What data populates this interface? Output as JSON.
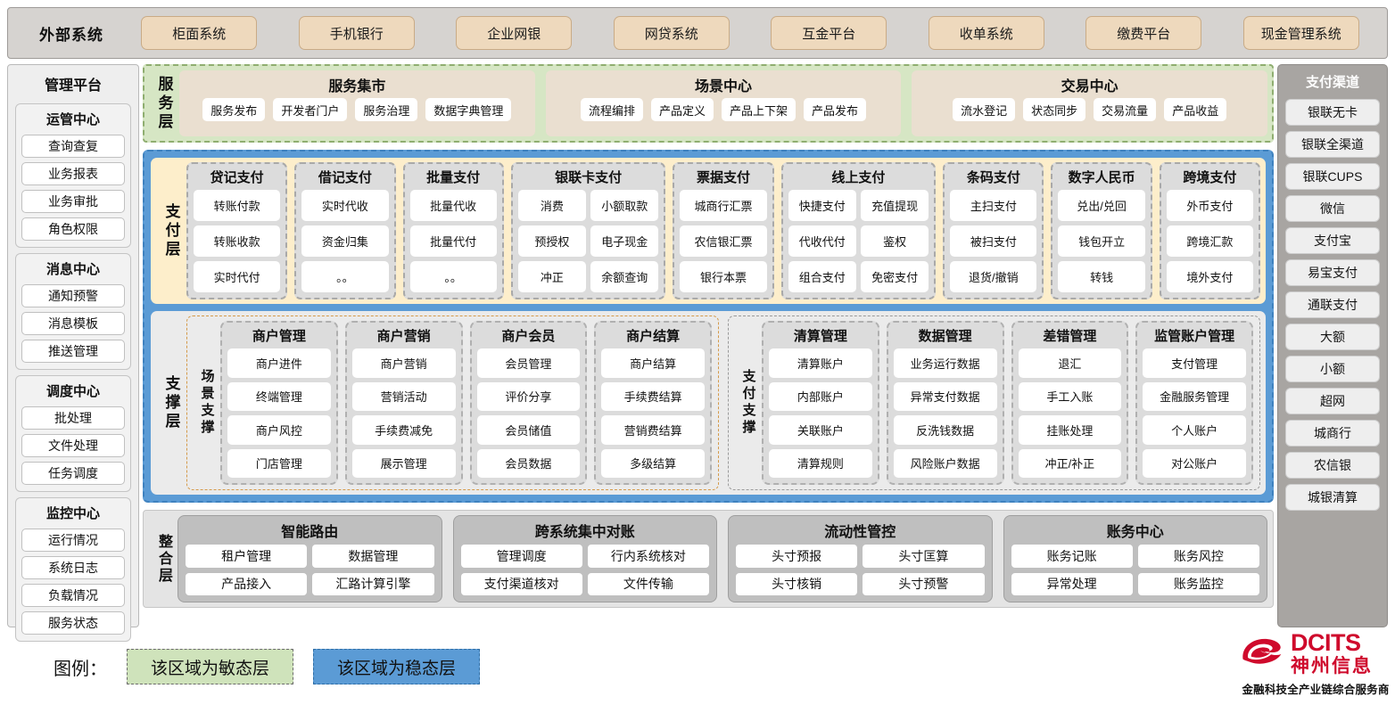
{
  "external": {
    "title": "外部系统",
    "items": [
      "柜面系统",
      "手机银行",
      "企业网银",
      "网贷系统",
      "互金平台",
      "收单系统",
      "缴费平台",
      "现金管理系统"
    ]
  },
  "management": {
    "title": "管理平台",
    "groups": [
      {
        "title": "运管中心",
        "items": [
          "查询查复",
          "业务报表",
          "业务审批",
          "角色权限"
        ]
      },
      {
        "title": "消息中心",
        "items": [
          "通知预警",
          "消息模板",
          "推送管理"
        ]
      },
      {
        "title": "调度中心",
        "items": [
          "批处理",
          "文件处理",
          "任务调度"
        ]
      },
      {
        "title": "监控中心",
        "items": [
          "运行情况",
          "系统日志",
          "负载情况",
          "服务状态"
        ]
      }
    ]
  },
  "channels": {
    "title": "支付渠道",
    "items": [
      "银联无卡",
      "银联全渠道",
      "银联CUPS",
      "微信",
      "支付宝",
      "易宝支付",
      "通联支付",
      "大额",
      "小额",
      "超网",
      "城商行",
      "农信银",
      "城银清算"
    ]
  },
  "service_layer": {
    "tag": "服务层",
    "cards": [
      {
        "title": "服务集市",
        "items": [
          "服务发布",
          "开发者门户",
          "服务治理",
          "数据字典管理"
        ]
      },
      {
        "title": "场景中心",
        "items": [
          "流程编排",
          "产品定义",
          "产品上下架",
          "产品发布"
        ]
      },
      {
        "title": "交易中心",
        "items": [
          "流水登记",
          "状态同步",
          "交易流量",
          "产品收益"
        ]
      }
    ]
  },
  "payment_layer": {
    "tag": "支付层",
    "columns": [
      {
        "title": "贷记支付",
        "cols": 1,
        "items": [
          "转账付款",
          "转账收款",
          "实时代付"
        ]
      },
      {
        "title": "借记支付",
        "cols": 1,
        "items": [
          "实时代收",
          "资金归集",
          "。。"
        ]
      },
      {
        "title": "批量支付",
        "cols": 1,
        "items": [
          "批量代收",
          "批量代付",
          "。。"
        ]
      },
      {
        "title": "银联卡支付",
        "cols": 2,
        "items": [
          "消费",
          "小额取款",
          "预授权",
          "电子现金",
          "冲正",
          "余额查询"
        ]
      },
      {
        "title": "票据支付",
        "cols": 1,
        "items": [
          "城商行汇票",
          "农信银汇票",
          "银行本票"
        ]
      },
      {
        "title": "线上支付",
        "cols": 2,
        "items": [
          "快捷支付",
          "充值提现",
          "代收代付",
          "鉴权",
          "组合支付",
          "免密支付"
        ]
      },
      {
        "title": "条码支付",
        "cols": 1,
        "items": [
          "主扫支付",
          "被扫支付",
          "退货/撤销"
        ]
      },
      {
        "title": "数字人民币",
        "cols": 1,
        "items": [
          "兑出/兑回",
          "钱包开立",
          "转钱"
        ]
      },
      {
        "title": "跨境支付",
        "cols": 1,
        "items": [
          "外币支付",
          "跨境汇款",
          "境外支付"
        ]
      }
    ]
  },
  "support_layer": {
    "tag": "支撑层",
    "boxes": [
      {
        "tag": "场景支撑",
        "columns": [
          {
            "title": "商户管理",
            "items": [
              "商户进件",
              "终端管理",
              "商户风控",
              "门店管理"
            ]
          },
          {
            "title": "商户营销",
            "items": [
              "商户营销",
              "营销活动",
              "手续费减免",
              "展示管理"
            ]
          },
          {
            "title": "商户会员",
            "items": [
              "会员管理",
              "评价分享",
              "会员储值",
              "会员数据"
            ]
          },
          {
            "title": "商户结算",
            "items": [
              "商户结算",
              "手续费结算",
              "营销费结算",
              "多级结算"
            ]
          }
        ]
      },
      {
        "tag": "支付支撑",
        "columns": [
          {
            "title": "清算管理",
            "items": [
              "清算账户",
              "内部账户",
              "关联账户",
              "清算规则"
            ]
          },
          {
            "title": "数据管理",
            "items": [
              "业务运行数据",
              "异常支付数据",
              "反洗钱数据",
              "风险账户数据"
            ]
          },
          {
            "title": "差错管理",
            "items": [
              "退汇",
              "手工入账",
              "挂账处理",
              "冲正/补正"
            ]
          },
          {
            "title": "监管账户管理",
            "items": [
              "支付管理",
              "金融服务管理",
              "个人账户",
              "对公账户"
            ]
          }
        ]
      }
    ]
  },
  "integration_layer": {
    "tag": "整合层",
    "cards": [
      {
        "title": "智能路由",
        "items": [
          "租户管理",
          "数据管理",
          "产品接入",
          "汇路计算引擎"
        ]
      },
      {
        "title": "跨系统集中对账",
        "items": [
          "管理调度",
          "行内系统核对",
          "支付渠道核对",
          "文件传输"
        ]
      },
      {
        "title": "流动性管控",
        "items": [
          "头寸预报",
          "头寸匡算",
          "头寸核销",
          "头寸预警"
        ]
      },
      {
        "title": "账务中心",
        "items": [
          "账务记账",
          "账务风控",
          "异常处理",
          "账务监控"
        ]
      }
    ]
  },
  "legend": {
    "label": "图例：",
    "agile": "该区域为敏态层",
    "stable": "该区域为稳态层",
    "agile_color": "#cfe3bb",
    "stable_color": "#5b9bd5"
  },
  "logo": {
    "en": "DCITS",
    "cn": "神州信息",
    "tagline": "金融科技全产业链综合服务商",
    "color": "#cf0a2c"
  }
}
